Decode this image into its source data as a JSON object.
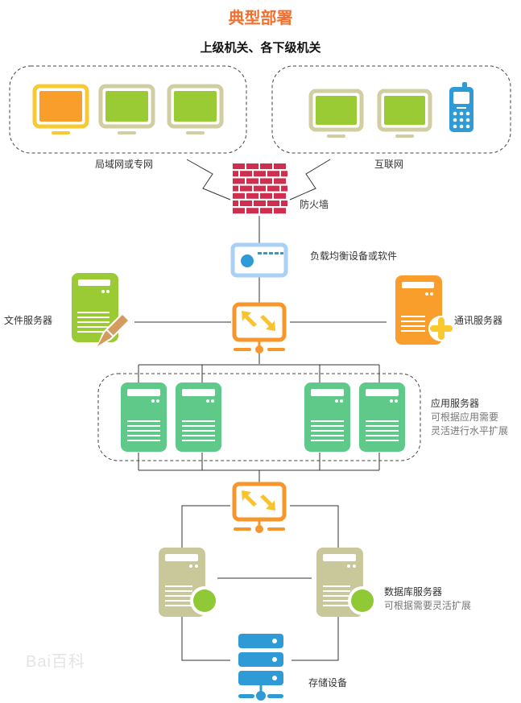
{
  "title": "典型部署",
  "subtitle": "上级机关、各下级机关",
  "colors": {
    "title": "#f07030",
    "monitor_orange_frame": "#f9c933",
    "monitor_orange_screen": "#f99d2b",
    "monitor_frame_khaki": "#d1cfa2",
    "monitor_screen_green": "#9acb34",
    "phone_blue": "#2e9ad6",
    "firewall_red": "#cf2e4e",
    "load_balancer_blue": "#a8d1f5",
    "switch_orange": "#f7962b",
    "arrow_yellow": "#f9c22e",
    "file_server_green": "#9acb34",
    "pencil_tan": "#d49a5e",
    "comm_server_orange": "#f99d2b",
    "plus_yellow": "#f9c92e",
    "app_server_green": "#5fc98a",
    "db_server_khaki": "#c8c89b",
    "db_badge_green": "#8fc935",
    "storage_blue": "#2e9ad6",
    "line": "#333333"
  },
  "groups": {
    "lan": {
      "label": "局域网或专网",
      "devices": [
        "monitor-orange",
        "monitor-green",
        "monitor-green"
      ]
    },
    "internet": {
      "label": "互联网",
      "devices": [
        "monitor-green",
        "monitor-green",
        "mobile-phone"
      ]
    }
  },
  "nodes": {
    "firewall": {
      "label": "防火墙"
    },
    "load_balancer": {
      "label": "负载均衡设备或软件"
    },
    "file_server": {
      "label": "文件服务器"
    },
    "comm_server": {
      "label": "通讯服务器"
    },
    "app_servers": {
      "label": "应用服务器",
      "note_line1": "可根据应用需要",
      "note_line2": "灵活进行水平扩展",
      "count": 4
    },
    "db_servers": {
      "label": "数据库服务器",
      "note": "可根据需要灵活扩展",
      "count": 2
    },
    "storage": {
      "label": "存储设备"
    }
  },
  "watermark": "Bai百科"
}
